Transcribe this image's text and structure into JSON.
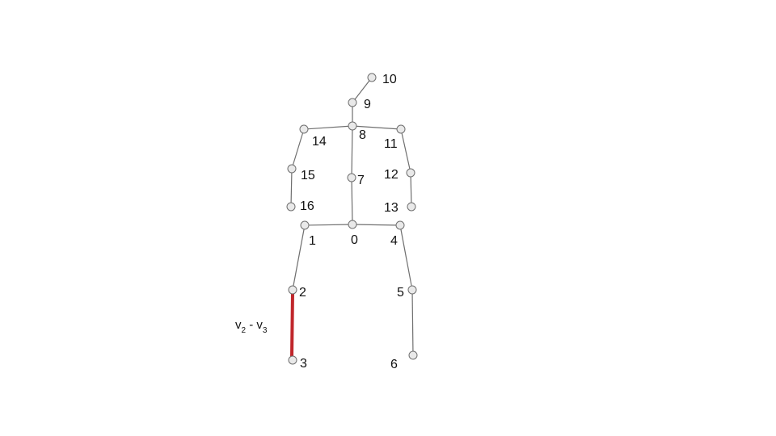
{
  "skeleton": {
    "joints": [
      {
        "id": 0,
        "label": "0"
      },
      {
        "id": 1,
        "label": "1"
      },
      {
        "id": 2,
        "label": "2"
      },
      {
        "id": 3,
        "label": "3"
      },
      {
        "id": 4,
        "label": "4"
      },
      {
        "id": 5,
        "label": "5"
      },
      {
        "id": 6,
        "label": "6"
      },
      {
        "id": 7,
        "label": "7"
      },
      {
        "id": 8,
        "label": "8"
      },
      {
        "id": 9,
        "label": "9"
      },
      {
        "id": 10,
        "label": "10"
      },
      {
        "id": 11,
        "label": "11"
      },
      {
        "id": 12,
        "label": "12"
      },
      {
        "id": 13,
        "label": "13"
      },
      {
        "id": 14,
        "label": "14"
      },
      {
        "id": 15,
        "label": "15"
      },
      {
        "id": 16,
        "label": "16"
      }
    ],
    "bones": [
      [
        0,
        1
      ],
      [
        1,
        2
      ],
      [
        2,
        3
      ],
      [
        0,
        4
      ],
      [
        4,
        5
      ],
      [
        5,
        6
      ],
      [
        0,
        7
      ],
      [
        7,
        8
      ],
      [
        8,
        9
      ],
      [
        9,
        10
      ],
      [
        8,
        11
      ],
      [
        11,
        12
      ],
      [
        12,
        13
      ],
      [
        8,
        14
      ],
      [
        14,
        15
      ],
      [
        15,
        16
      ]
    ],
    "highlighted_bone": {
      "from": 2,
      "to": 3,
      "color": "#c0262b",
      "annotation": {
        "main_a": "v",
        "sub_a": "2",
        "separator": " - ",
        "main_b": "v",
        "sub_b": "3"
      }
    },
    "joint_fill": "#e9e9e9",
    "line_color": "#6f6f6f"
  }
}
